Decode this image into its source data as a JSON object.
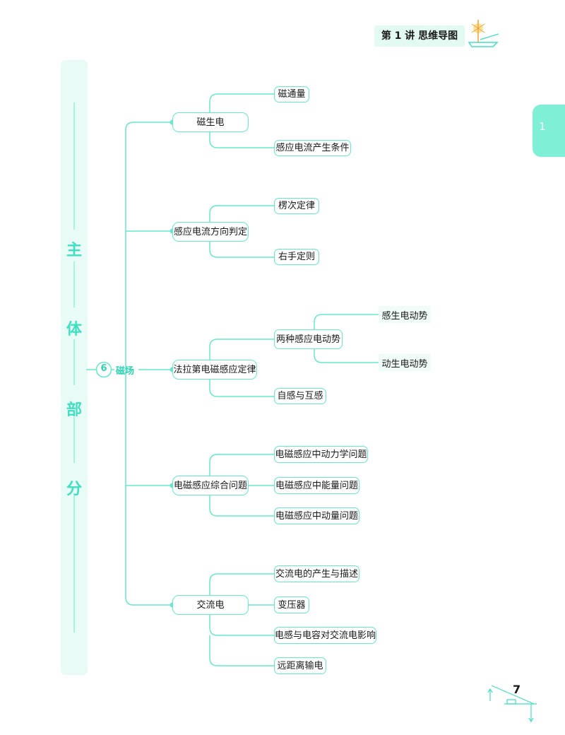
{
  "header": {
    "title": "第 1 讲   思维导图"
  },
  "side_tab": {
    "number": "1"
  },
  "left_panel": {
    "chars": [
      "主",
      "体",
      "部",
      "分"
    ]
  },
  "root": {
    "number": "6",
    "label": "磁场"
  },
  "branches": [
    {
      "label": "磁生电",
      "children": [
        {
          "label": "磁通量"
        },
        {
          "label": "感应电流产生条件"
        }
      ]
    },
    {
      "label": "感应电流方向判定",
      "children": [
        {
          "label": "楞次定律"
        },
        {
          "label": "右手定则"
        }
      ]
    },
    {
      "label": "法拉第电磁感应定律",
      "children": [
        {
          "label": "两种感应电动势",
          "children": [
            {
              "label": "感生电动势"
            },
            {
              "label": "动生电动势"
            }
          ]
        },
        {
          "label": "自感与互感"
        }
      ]
    },
    {
      "label": "电磁感应综合问题",
      "children": [
        {
          "label": "电磁感应中动力学问题"
        },
        {
          "label": "电磁感应中能量问题"
        },
        {
          "label": "电磁感应中动量问题"
        }
      ]
    },
    {
      "label": "交流电",
      "children": [
        {
          "label": "交流电的产生与描述"
        },
        {
          "label": "变压器"
        },
        {
          "label": "电感与电容对交流电影响"
        },
        {
          "label": "远距离输电"
        }
      ]
    }
  ],
  "footer": {
    "page_number": "7"
  },
  "colors": {
    "accent": "#66e8cc",
    "accent_text": "#2fd2b0",
    "panel": "#e8fbf6",
    "tab": "#7ff0d6"
  }
}
